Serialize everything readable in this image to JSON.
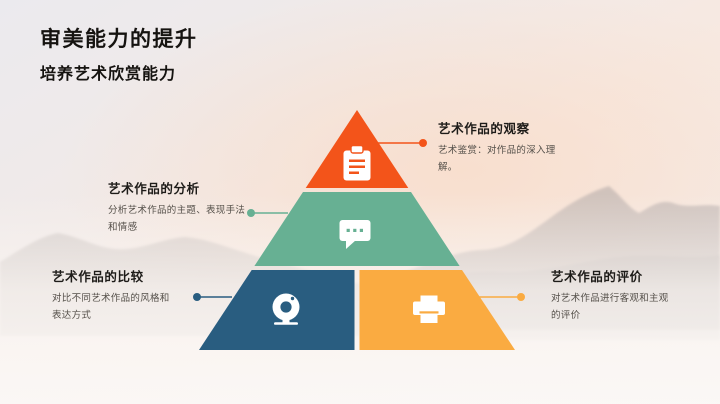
{
  "slide": {
    "title": "审美能力的提升",
    "subtitle": "培养艺术欣赏能力",
    "text_color": "#151310",
    "desc_color": "#55504a"
  },
  "pyramid": {
    "tiers": [
      {
        "id": "observe",
        "label": "艺术作品的观察",
        "desc": "艺术鉴赏：对作品的深入理解。",
        "color": "#F3541A",
        "icon": "clipboard-icon",
        "label_side": "right"
      },
      {
        "id": "analyze",
        "label": "艺术作品的分析",
        "desc": "分析艺术作品的主题、表现手法和情感",
        "color": "#67B093",
        "icon": "chat-dots-icon",
        "label_side": "left"
      },
      {
        "id": "compare",
        "label": "艺术作品的比较",
        "desc": "对比不同艺术作品的风格和表达方式",
        "color": "#295D80",
        "icon": "webcam-icon",
        "label_side": "left"
      },
      {
        "id": "evaluate",
        "label": "艺术作品的评价",
        "desc": "对艺术作品进行客观和主观的评价",
        "color": "#FAAB41",
        "icon": "printer-icon",
        "label_side": "right"
      }
    ],
    "icon_glyph_color": "#ffffff"
  }
}
